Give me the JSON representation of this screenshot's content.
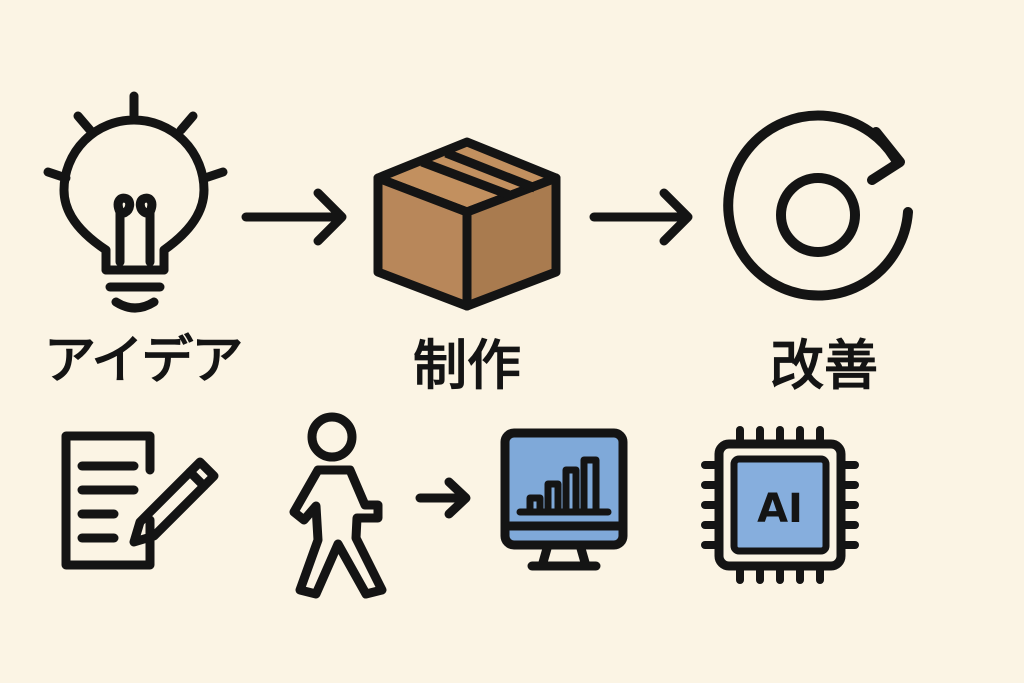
{
  "process": {
    "idea_label": "アイデア",
    "make_label": "制作",
    "improve_label": "改善"
  },
  "chip": {
    "text": "AI"
  },
  "colors": {
    "background": "#fbf4e4",
    "stroke": "#141414",
    "box_front": "#b8875a",
    "box_side": "#a97b4f",
    "box_top": "#c2905f",
    "screen_blue": "#7fa9d9",
    "chip_blue": "#86aedd"
  },
  "icons": [
    "lightbulb-icon",
    "arrow-right-icon",
    "box-icon",
    "arrow-right-icon",
    "refresh-cycle-icon",
    "document-pencil-icon",
    "walking-person-icon",
    "arrow-right-icon",
    "monitor-chart-icon",
    "ai-chip-icon"
  ]
}
